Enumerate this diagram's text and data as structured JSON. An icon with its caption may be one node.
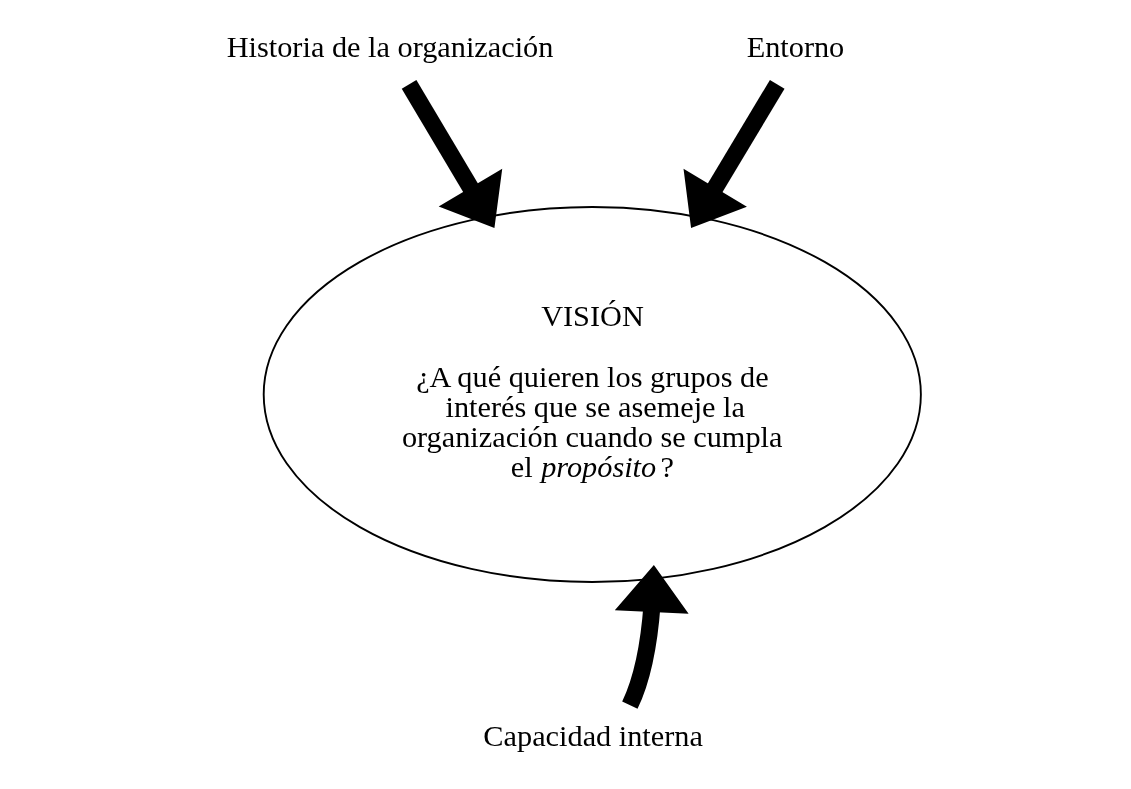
{
  "diagram": {
    "nodes": [
      {
        "text": [
          "Historia de la organización"
        ]
      },
      {
        "text": [
          "Entorno"
        ]
      },
      {
        "text": [
          "VISIÓN",
          "¿A qué quieren los grupos de interés que se asemeje la organización cuando se cumpla el *propósito*?"
        ]
      },
      {
        "text": [
          "Capacidad interna"
        ]
      }
    ],
    "edges": [
      {
        "from": 0,
        "to": 2,
        "arrow": "to"
      },
      {
        "from": 1,
        "to": 2,
        "arrow": "to"
      },
      {
        "from": 3,
        "to": 2,
        "arrow": "to"
      }
    ]
  }
}
